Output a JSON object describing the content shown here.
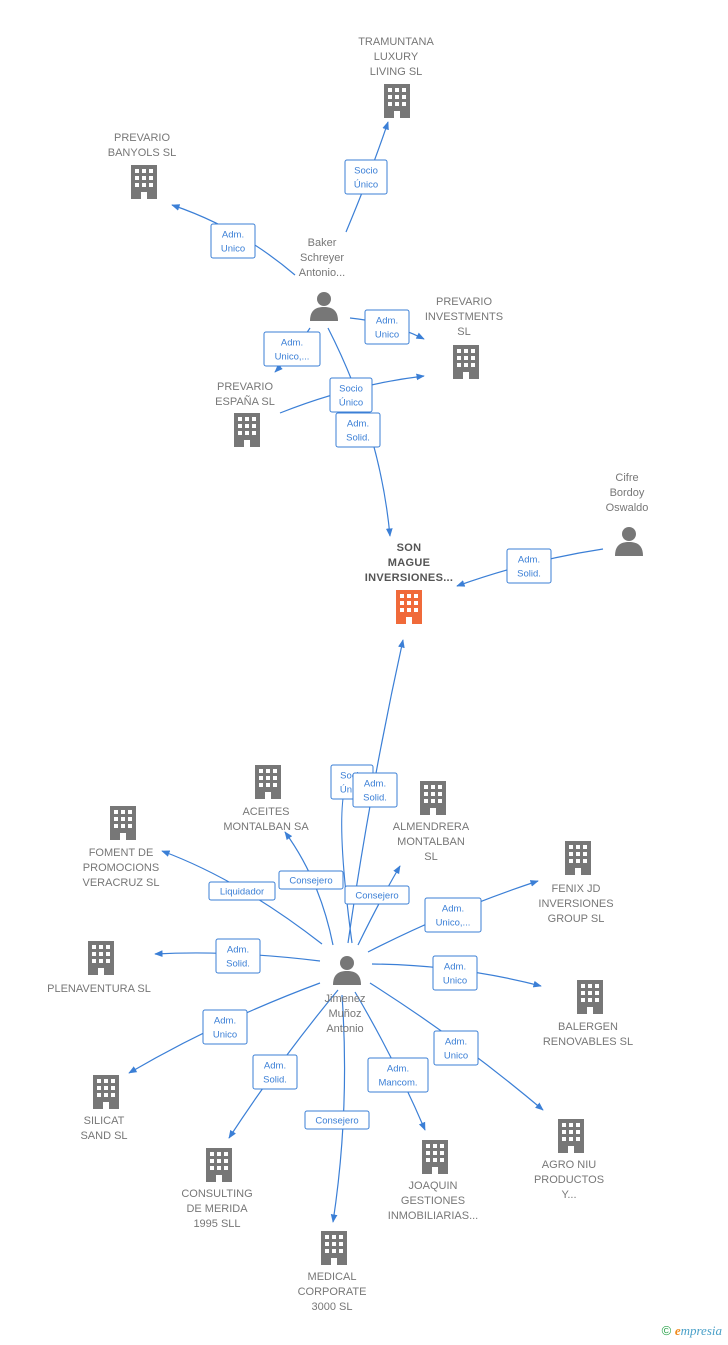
{
  "colors": {
    "edge": "#3b7fd6",
    "company": "#777777",
    "company_main": "#f06a3a",
    "person": "#777777"
  },
  "nodes": [
    {
      "id": "son_mague",
      "type": "company",
      "main": true,
      "lines": [
        "SON",
        "MAGUE",
        "INVERSIONES..."
      ]
    },
    {
      "id": "tramuntana",
      "type": "company",
      "lines": [
        "TRAMUNTANA",
        "LUXURY",
        "LIVING  SL"
      ]
    },
    {
      "id": "prevario_banyols",
      "type": "company",
      "lines": [
        "PREVARIO",
        "BANYOLS  SL"
      ]
    },
    {
      "id": "prevario_investments",
      "type": "company",
      "lines": [
        "PREVARIO",
        "INVESTMENTS",
        "SL"
      ]
    },
    {
      "id": "prevario_espana",
      "type": "company",
      "lines": [
        "PREVARIO",
        "ESPAÑA  SL"
      ]
    },
    {
      "id": "baker",
      "type": "person",
      "lines": [
        "Baker",
        "Schreyer",
        "Antonio..."
      ]
    },
    {
      "id": "cifre",
      "type": "person",
      "lines": [
        "Cifre",
        "Bordoy",
        "Oswaldo"
      ]
    },
    {
      "id": "jimenez",
      "type": "person",
      "lines": [
        "Jimenez",
        "Muñoz",
        "Antonio"
      ]
    },
    {
      "id": "aceites",
      "type": "company",
      "lines": [
        "ACEITES",
        "MONTALBAN SA"
      ]
    },
    {
      "id": "almendrera",
      "type": "company",
      "lines": [
        "ALMENDRERA",
        "MONTALBAN",
        "SL"
      ]
    },
    {
      "id": "foment",
      "type": "company",
      "lines": [
        "FOMENT DE",
        "PROMOCIONS",
        "VERACRUZ SL"
      ]
    },
    {
      "id": "fenix",
      "type": "company",
      "lines": [
        "FENIX JD",
        "INVERSIONES",
        "GROUP  SL"
      ]
    },
    {
      "id": "plenaventura",
      "type": "company",
      "lines": [
        "PLENAVENTURA SL"
      ]
    },
    {
      "id": "balergen",
      "type": "company",
      "lines": [
        "BALERGEN",
        "RENOVABLES SL"
      ]
    },
    {
      "id": "silicat",
      "type": "company",
      "lines": [
        "SILICAT",
        "SAND SL"
      ]
    },
    {
      "id": "agro",
      "type": "company",
      "lines": [
        "AGRO NIU",
        "PRODUCTOS",
        "Y..."
      ]
    },
    {
      "id": "consulting",
      "type": "company",
      "lines": [
        "CONSULTING",
        "DE MERIDA",
        "1995  SLL"
      ]
    },
    {
      "id": "joaquin",
      "type": "company",
      "lines": [
        "JOAQUIN",
        "GESTIONES",
        "INMOBILIARIAS..."
      ]
    },
    {
      "id": "medical",
      "type": "company",
      "lines": [
        "MEDICAL",
        "CORPORATE",
        "3000 SL"
      ]
    }
  ],
  "relations": [
    {
      "id": "baker-tramuntana",
      "lines": [
        "Socio",
        "Único"
      ]
    },
    {
      "id": "baker-banyols",
      "lines": [
        "Adm.",
        "Unico"
      ]
    },
    {
      "id": "baker-investments",
      "lines": [
        "Adm.",
        "Unico"
      ]
    },
    {
      "id": "baker-espana",
      "lines": [
        "Adm.",
        "Unico,..."
      ]
    },
    {
      "id": "espana-investments",
      "lines": [
        "Socio",
        "Único"
      ]
    },
    {
      "id": "baker-sonmague",
      "lines": [
        "Adm.",
        "Solid."
      ]
    },
    {
      "id": "cifre-sonmague",
      "lines": [
        "Adm.",
        "Solid."
      ]
    },
    {
      "id": "jimenez-sonmague-socio",
      "lines": [
        "Socio",
        "Único"
      ]
    },
    {
      "id": "jimenez-sonmague-adm",
      "lines": [
        "Adm.",
        "Solid."
      ]
    },
    {
      "id": "jimenez-aceites",
      "lines": [
        "Consejero"
      ]
    },
    {
      "id": "jimenez-almendrera",
      "lines": [
        "Consejero"
      ]
    },
    {
      "id": "jimenez-foment",
      "lines": [
        "Liquidador"
      ]
    },
    {
      "id": "jimenez-fenix",
      "lines": [
        "Adm.",
        "Unico,..."
      ]
    },
    {
      "id": "jimenez-plenaventura",
      "lines": [
        "Adm.",
        "Solid."
      ]
    },
    {
      "id": "jimenez-balergen",
      "lines": [
        "Adm.",
        "Unico"
      ]
    },
    {
      "id": "jimenez-silicat",
      "lines": [
        "Adm.",
        "Unico"
      ]
    },
    {
      "id": "jimenez-agro",
      "lines": [
        "Adm.",
        "Unico"
      ]
    },
    {
      "id": "jimenez-consulting",
      "lines": [
        "Adm.",
        "Solid."
      ]
    },
    {
      "id": "jimenez-joaquin",
      "lines": [
        "Adm.",
        "Mancom."
      ]
    },
    {
      "id": "jimenez-medical",
      "lines": [
        "Consejero"
      ]
    }
  ],
  "footer": {
    "copyright_symbol": "©",
    "brand_initial": "e",
    "brand_rest": "mpresia"
  }
}
